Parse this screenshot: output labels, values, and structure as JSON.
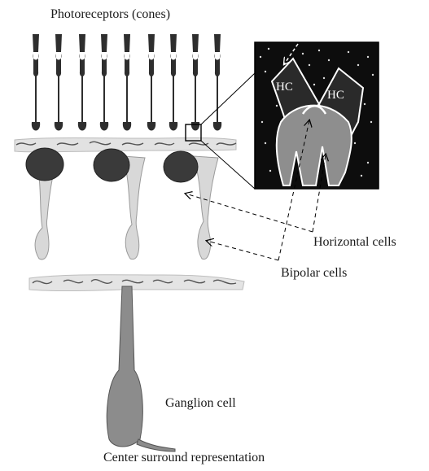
{
  "labels": {
    "title": "Photoreceptors (cones)",
    "horizontal_cells": "Horizontal cells",
    "bipolar_cells": "Bipolar cells",
    "ganglion_cell": "Ganglion cell",
    "caption": "Center surround representation",
    "hc_left": "HC",
    "hc_right": "HC"
  },
  "colors": {
    "cone": "#2e2e2e",
    "horizontal_cell_body": "#3a3a3a",
    "bipolar_cell": "#d6d6d6",
    "ganglion_cell": "#8c8c8c",
    "inset_background": "#0d0d0d",
    "inset_bipolar": "#8e8e8e",
    "arrow": "#000000"
  }
}
